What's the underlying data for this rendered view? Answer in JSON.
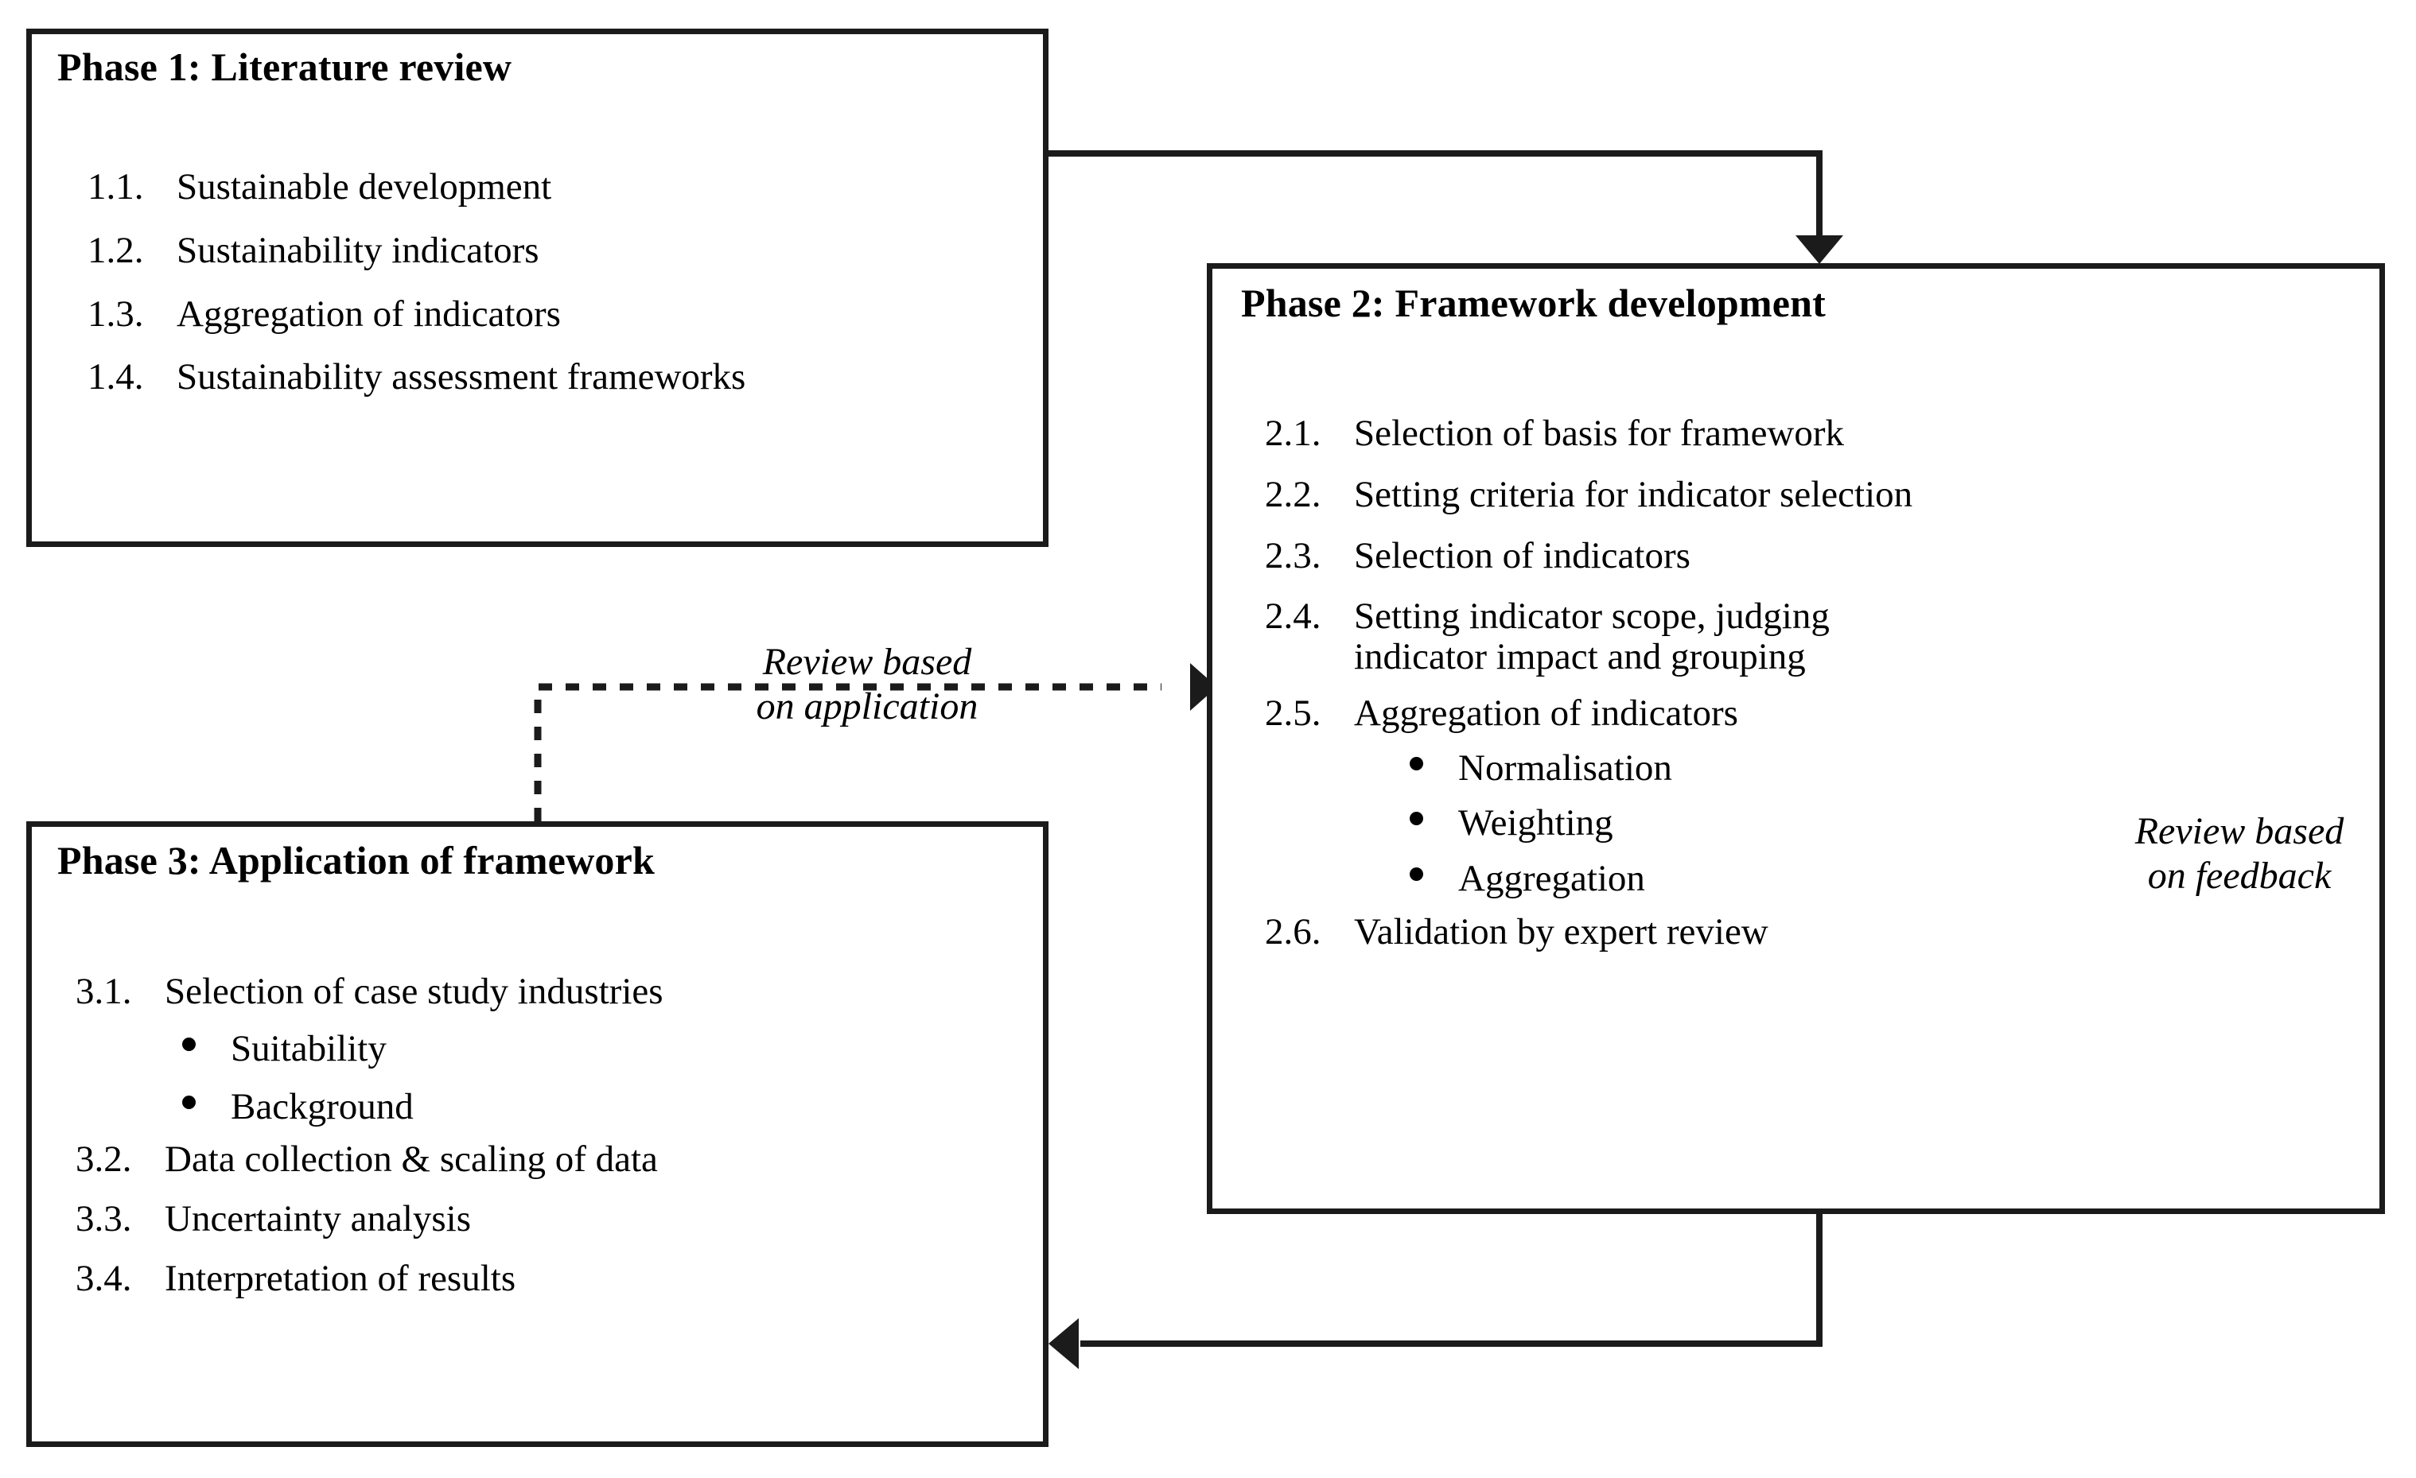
{
  "diagram": {
    "title": "Three-phase research framework flow diagram",
    "ink_color": "#1b1b1b",
    "dashed_color": "#808080",
    "dashed_color_dark": "#1b1b1b"
  },
  "phase1": {
    "title": "Phase 1: Literature review",
    "items": [
      {
        "num": "1.1.",
        "text": "Sustainable development"
      },
      {
        "num": "1.2.",
        "text": "Sustainability indicators"
      },
      {
        "num": "1.3.",
        "text": "Aggregation of indicators"
      },
      {
        "num": "1.4.",
        "text": "Sustainability assessment frameworks"
      }
    ]
  },
  "phase2": {
    "title": "Phase 2: Framework development",
    "items": [
      {
        "num": "2.1.",
        "text": "Selection of basis for framework"
      },
      {
        "num": "2.2.",
        "text": "Setting criteria for indicator selection"
      },
      {
        "num": "2.3.",
        "text": "Selection of indicators"
      },
      {
        "num": "2.4.",
        "text": "Setting indicator scope, judging\nindicator impact and grouping"
      },
      {
        "num": "2.5.",
        "text": "Aggregation of indicators",
        "subitems": [
          "Normalisation",
          "Weighting",
          "Aggregation"
        ]
      },
      {
        "num": "2.6.",
        "text": "Validation by expert review"
      }
    ]
  },
  "phase3": {
    "title": "Phase 3: Application of framework",
    "items": [
      {
        "num": "3.1.",
        "text": "Selection of case study industries",
        "subitems": [
          "Suitability",
          "Background"
        ]
      },
      {
        "num": "3.2.",
        "text": "Data collection & scaling of data"
      },
      {
        "num": "3.3.",
        "text": "Uncertainty analysis"
      },
      {
        "num": "3.4.",
        "text": "Interpretation of results"
      }
    ]
  },
  "edges": {
    "review_application": "Review based\non application",
    "review_feedback": "Review based\non feedback"
  }
}
